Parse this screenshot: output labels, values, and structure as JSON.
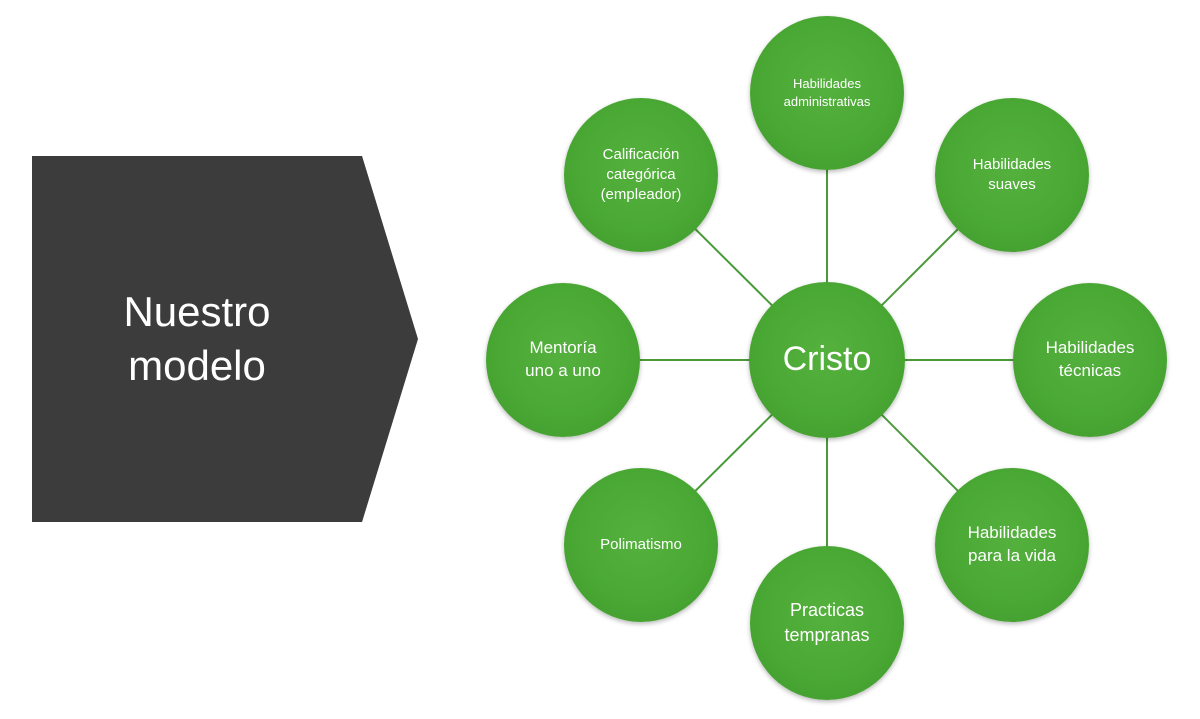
{
  "title_block": {
    "text": "Nuestro\nmodelo"
  },
  "diagram": {
    "center": {
      "label": "Cristo"
    },
    "nodes": [
      {
        "id": "administrativas",
        "label": "Habilidades\nadministrativas"
      },
      {
        "id": "suaves",
        "label": "Habilidades\nsuaves"
      },
      {
        "id": "tecnicas",
        "label": "Habilidades\ntécnicas"
      },
      {
        "id": "vida",
        "label": "Habilidades\npara la vida"
      },
      {
        "id": "practicas",
        "label": "Practicas\ntempranas"
      },
      {
        "id": "polimatismo",
        "label": "Polimatismo"
      },
      {
        "id": "mentoria",
        "label": "Mentoría\nuno a uno"
      },
      {
        "id": "calificacion",
        "label": "Calificación\ncategórica\n(empleador)"
      }
    ]
  },
  "colors": {
    "node_fill": "#4aa834",
    "connector": "#4a9a3a",
    "chevron_fill": "#3c3c3c",
    "text": "#ffffff"
  }
}
